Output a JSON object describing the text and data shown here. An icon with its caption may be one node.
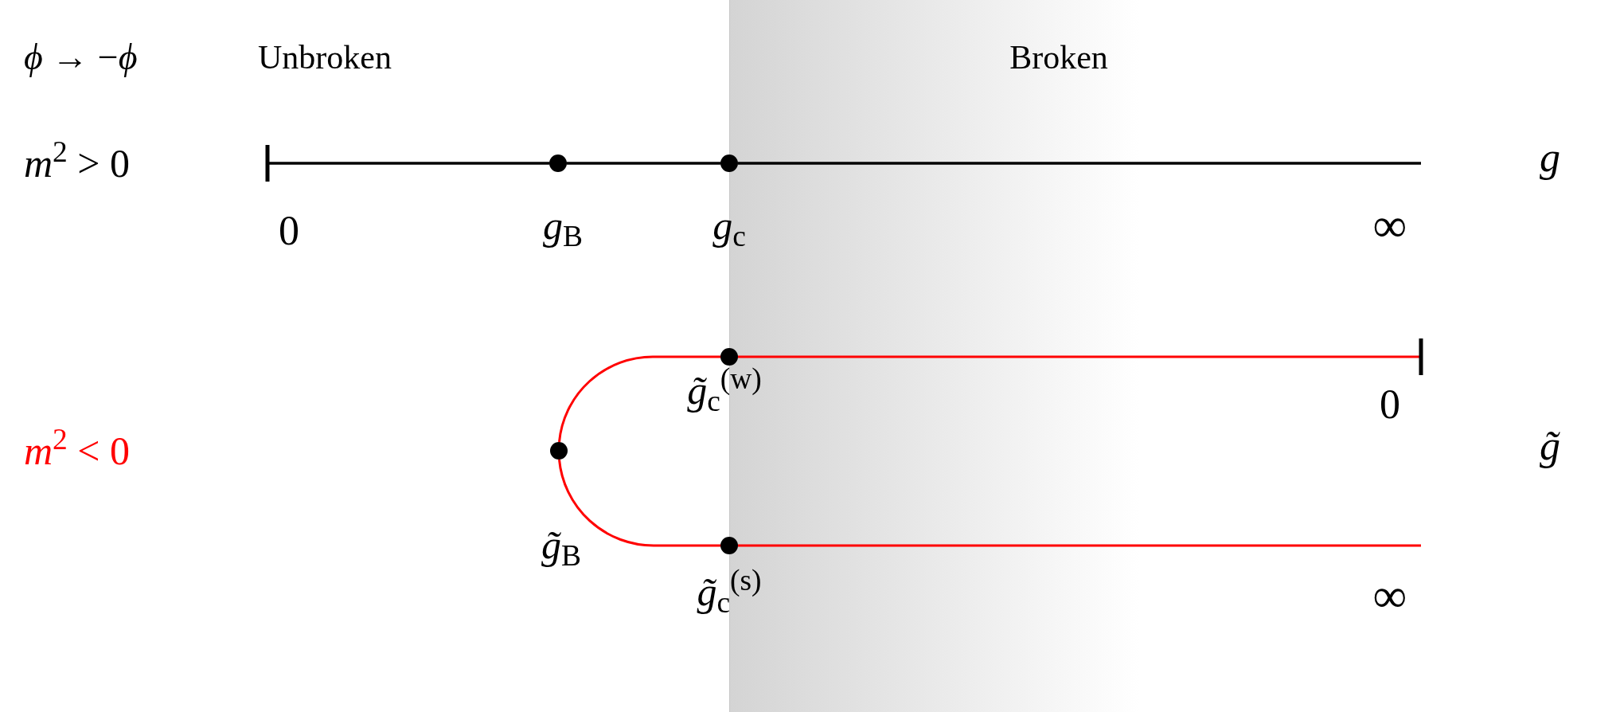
{
  "diagram": {
    "nodes": [
      {
        "text": [],
        "shape": "circle",
        "beside": [
          "*g*$_{B}$"
        ]
      },
      {
        "text": [],
        "shape": "circle",
        "beside": [
          "*g*$_{c}$"
        ]
      },
      {
        "text": [],
        "shape": "circle",
        "beside": [
          "*g̃*$_{c}$$^{(w)}$"
        ]
      },
      {
        "text": [],
        "shape": "circle",
        "beside": [
          "*g̃*$_{B}$"
        ]
      },
      {
        "text": [],
        "shape": "circle",
        "beside": [
          "*g̃*$_{c}$$^{(s)}$"
        ]
      }
    ],
    "edges": [
      {
        "from": 0,
        "to": 1,
        "arrow": "none",
        "color": "#000000"
      },
      {
        "from": 0,
        "to": null,
        "arrow": "other",
        "color": "#000000"
      },
      {
        "from": 1,
        "to": null,
        "arrow": "none",
        "color": "#000000"
      },
      {
        "from": 2,
        "to": 3,
        "arrow": "none"
      },
      {
        "from": 3,
        "to": 4,
        "arrow": "none"
      },
      {
        "from": 2,
        "to": null,
        "arrow": "other"
      },
      {
        "from": 4,
        "to": null,
        "arrow": "none"
      }
    ],
    "labels": [
      "*ϕ* → −*ϕ*",
      "Unbroken",
      "Broken",
      "*m*$^{2}$ > 0",
      "0",
      "∞",
      "*g*",
      "0",
      "*m*$^{2}$ < 0",
      "*g̃*",
      "∞"
    ]
  }
}
